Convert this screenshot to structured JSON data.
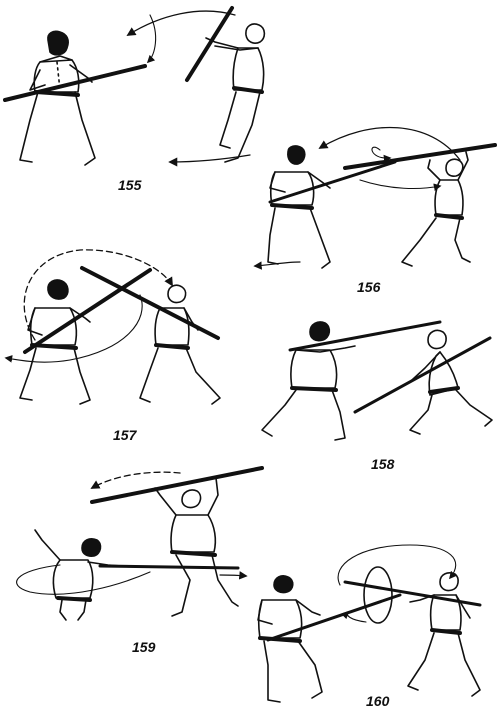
{
  "figures": [
    {
      "number": "155"
    },
    {
      "number": "156"
    },
    {
      "number": "157"
    },
    {
      "number": "158"
    },
    {
      "number": "159"
    },
    {
      "number": "160"
    }
  ],
  "colors": {
    "ink": "#111111",
    "paper": "#ffffff"
  }
}
